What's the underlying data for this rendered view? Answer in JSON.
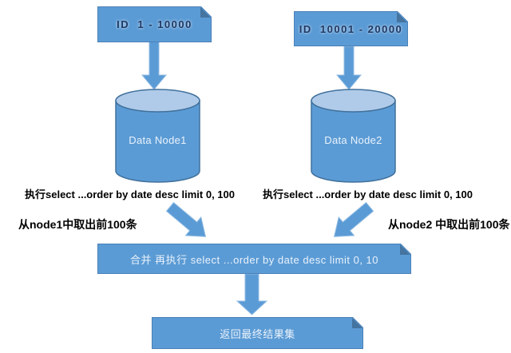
{
  "diagram": {
    "top_nodes": [
      {
        "label": "ID  1 - 10000"
      },
      {
        "label": "ID  10001 - 20000"
      }
    ],
    "cylinders": [
      {
        "label": "Data Node1"
      },
      {
        "label": "Data Node2"
      }
    ],
    "annotations": {
      "sql_left": "执行select ...order by date desc limit 0, 100",
      "sql_right": "执行select ...order by date desc limit 0, 100",
      "fetch_left": "从node1中取出前100条",
      "fetch_right": "从node2 中取出前100条"
    },
    "merge_box_label": "合并 再执行 select ...order by date desc limit 0, 10",
    "result_box_label": "返回最终结果集"
  },
  "colors": {
    "shape_fill": "#5B9BD5",
    "shape_border": "#4A80B8",
    "fold_color": "#44749F",
    "cylinder_fill": "#5B9BD5",
    "cylinder_top_fill": "#B0CBE9",
    "cylinder_border": "#41719C",
    "arrow_fill": "#5B9BD5",
    "arrow_stroke": "#8FBBE3",
    "box_text_dark": "#1F3864",
    "box_text_light": "#E9F2FB",
    "annotation_text": "#000000"
  }
}
